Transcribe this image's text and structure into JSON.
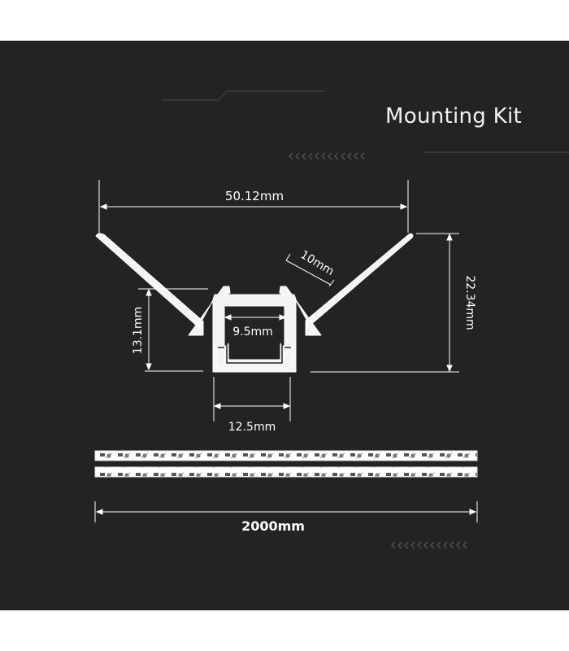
{
  "header": {
    "title": "Mounting Kit"
  },
  "dimensions": {
    "top_width": "50.12mm",
    "flange": "10mm",
    "inner_width": "9.5mm",
    "height_left": "13.1mm",
    "height_right": "22.34mm",
    "bottom_width": "12.5mm",
    "length": "2000mm"
  },
  "colors": {
    "background": "#232323",
    "lines": "#ffffff",
    "profile_fill": "#f4f4f4"
  },
  "icons": {
    "chevrons": "chevron-left-icon"
  }
}
